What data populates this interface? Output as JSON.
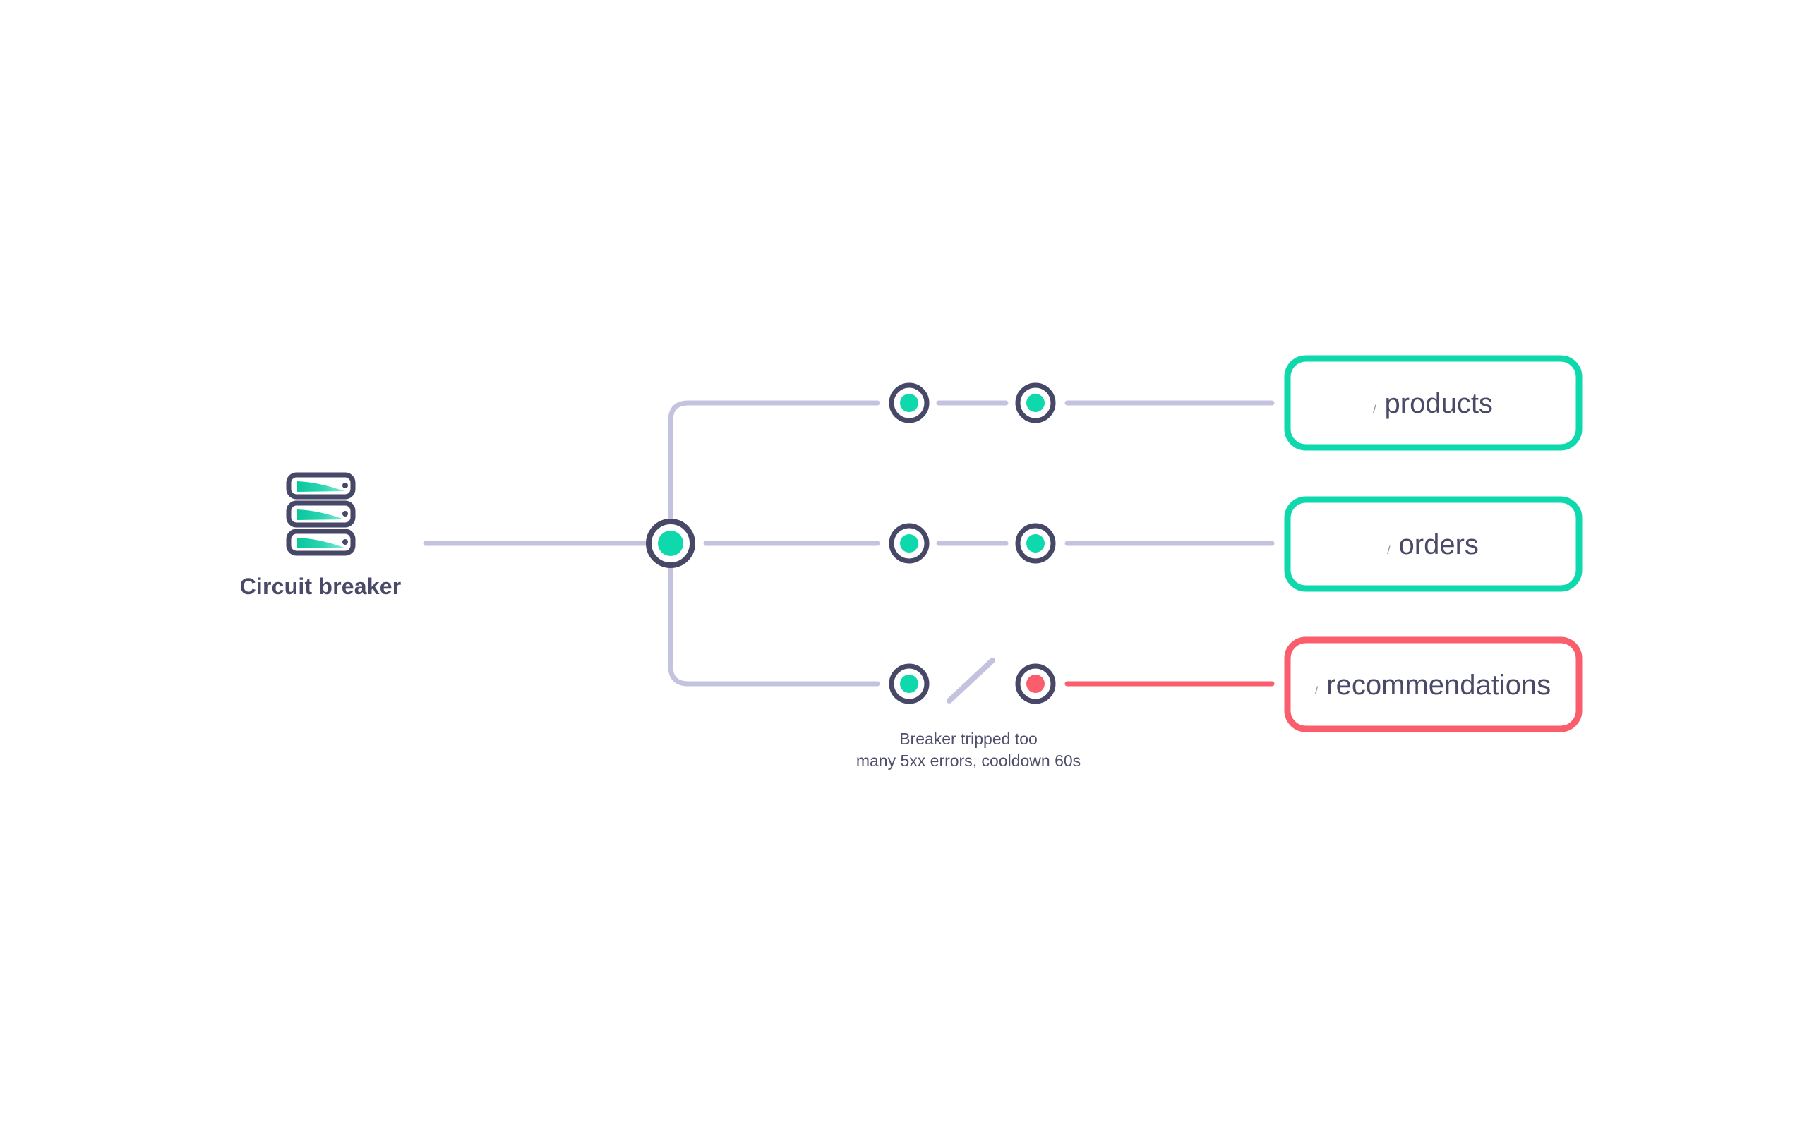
{
  "diagram": {
    "title_label": "Circuit breaker",
    "source": {
      "name": "server-stack-icon",
      "label": "Circuit breaker",
      "units": 3
    },
    "hub": {
      "name": "circuit-breaker-hub-node",
      "state": "closed"
    },
    "rows": [
      {
        "id": "products",
        "label_slash": "/",
        "label_text": "products",
        "status": "healthy",
        "accent": "#0ED9AC",
        "link_color": "#c3c3e0",
        "node_a_state": "healthy",
        "node_b_state": "healthy",
        "link_broken": false
      },
      {
        "id": "orders",
        "label_slash": "/",
        "label_text": "orders",
        "status": "healthy",
        "accent": "#0ED9AC",
        "link_color": "#c3c3e0",
        "node_a_state": "healthy",
        "node_b_state": "healthy",
        "link_broken": false
      },
      {
        "id": "recommendations",
        "label_slash": "/",
        "label_text": "recommendations",
        "status": "tripped",
        "accent": "#FA5D6C",
        "link_color": "#FA5D6C",
        "node_a_state": "healthy",
        "node_b_state": "failed",
        "link_broken": true
      }
    ],
    "annotation": {
      "name": "breaker-tripped-note",
      "line1": "Breaker tripped too",
      "line2": "many 5xx errors, cooldown 60s"
    },
    "colors": {
      "teal": "#0ED9AC",
      "red": "#FA5D6C",
      "node_ring": "#474767",
      "link": "#c3c3e0",
      "text": "#4a4a68",
      "background": "#ffffff"
    }
  }
}
